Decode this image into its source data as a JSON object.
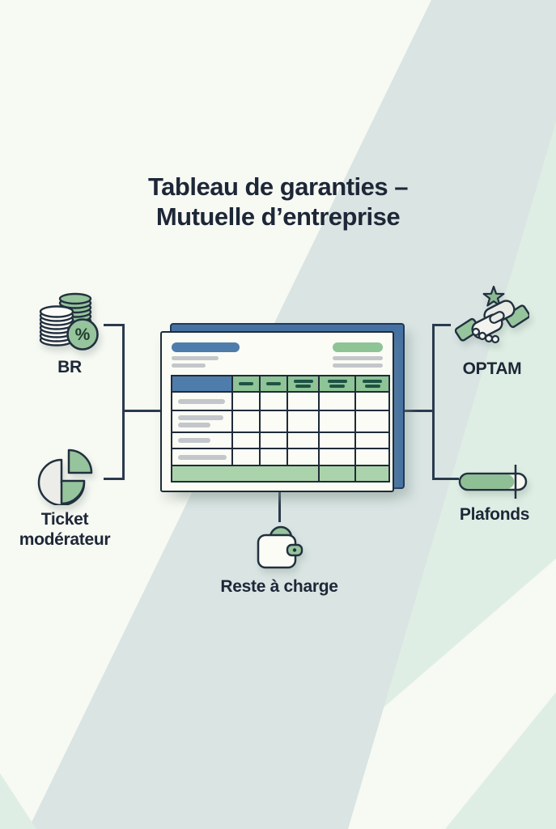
{
  "title": {
    "line1": "Tableau de garanties –",
    "line2": "Mutuelle d’entreprise"
  },
  "nodes": {
    "br": {
      "label": "BR",
      "icon": "coins-percent-icon",
      "badge": "%"
    },
    "ticket_moderateur": {
      "label": "Ticket modérateur",
      "icon": "pie-chart-icon"
    },
    "optam": {
      "label": "OPTAM",
      "icon": "handshake-star-icon"
    },
    "plafonds": {
      "label": "Plafonds",
      "icon": "limit-gauge-icon"
    },
    "reste_a_charge": {
      "label": "Reste à charge",
      "icon": "wallet-icon"
    }
  },
  "illustration": {
    "columns": 6,
    "body_rows": 4
  },
  "palette": {
    "background": "#f7f9f3",
    "band_blue": "#d9e4e3",
    "band_mint": "#dfeee4",
    "ink": "#1d2737",
    "line": "#2a3a4e",
    "grid_line": "#1f2b38",
    "card_blue": "#4672a3",
    "accent_blue": "#4e7dac",
    "accent_green": "#8ec496",
    "footer_green": "#abd3ab",
    "pill_gray": "#c3c7cb",
    "card_white": "#fbfcf5",
    "dash_green": "#1f5244"
  }
}
